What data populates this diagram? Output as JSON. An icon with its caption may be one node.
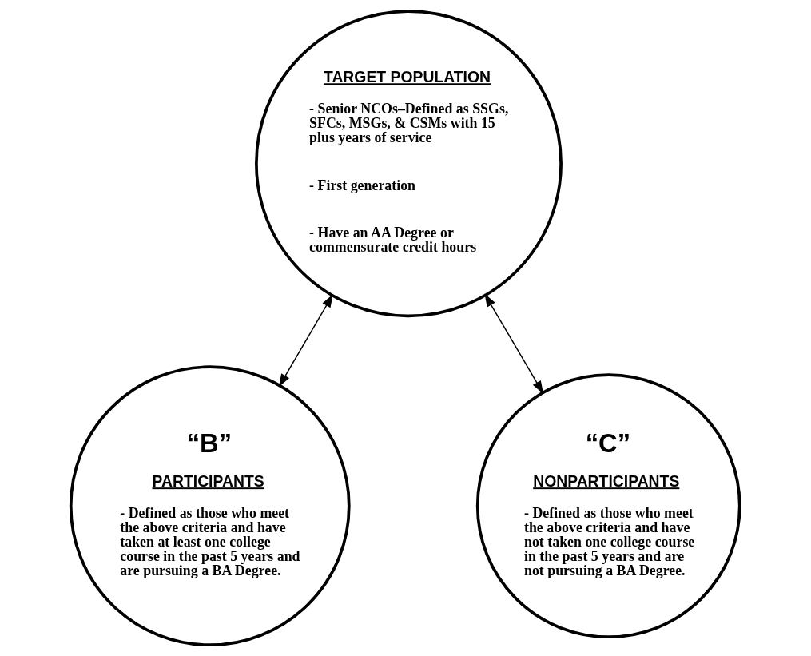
{
  "diagram": {
    "nodes": [
      {
        "text": [
          "TARGET POPULATION",
          "- Senior NCOs–Defined as SSGs, SFCs, MSGs, & CSMs with 15 plus years of service",
          "- First generation",
          "- Have an AA Degree or commensurate credit hours"
        ]
      },
      {
        "text": [
          "“B”",
          "PARTICIPANTS",
          "- Defined as those who meet the above criteria and have taken at least one college course in the past 5 years and are pursuing a BA Degree."
        ]
      },
      {
        "text": [
          "“C”",
          "NONPARTICIPANTS",
          "- Defined as those who meet the above criteria and have not taken one college course in the past 5 years and are not pursuing a BA Degree."
        ]
      }
    ],
    "edges": [
      {
        "from": 0,
        "to": 1,
        "arrow": "both"
      },
      {
        "from": 0,
        "to": 2,
        "arrow": "both"
      }
    ]
  }
}
